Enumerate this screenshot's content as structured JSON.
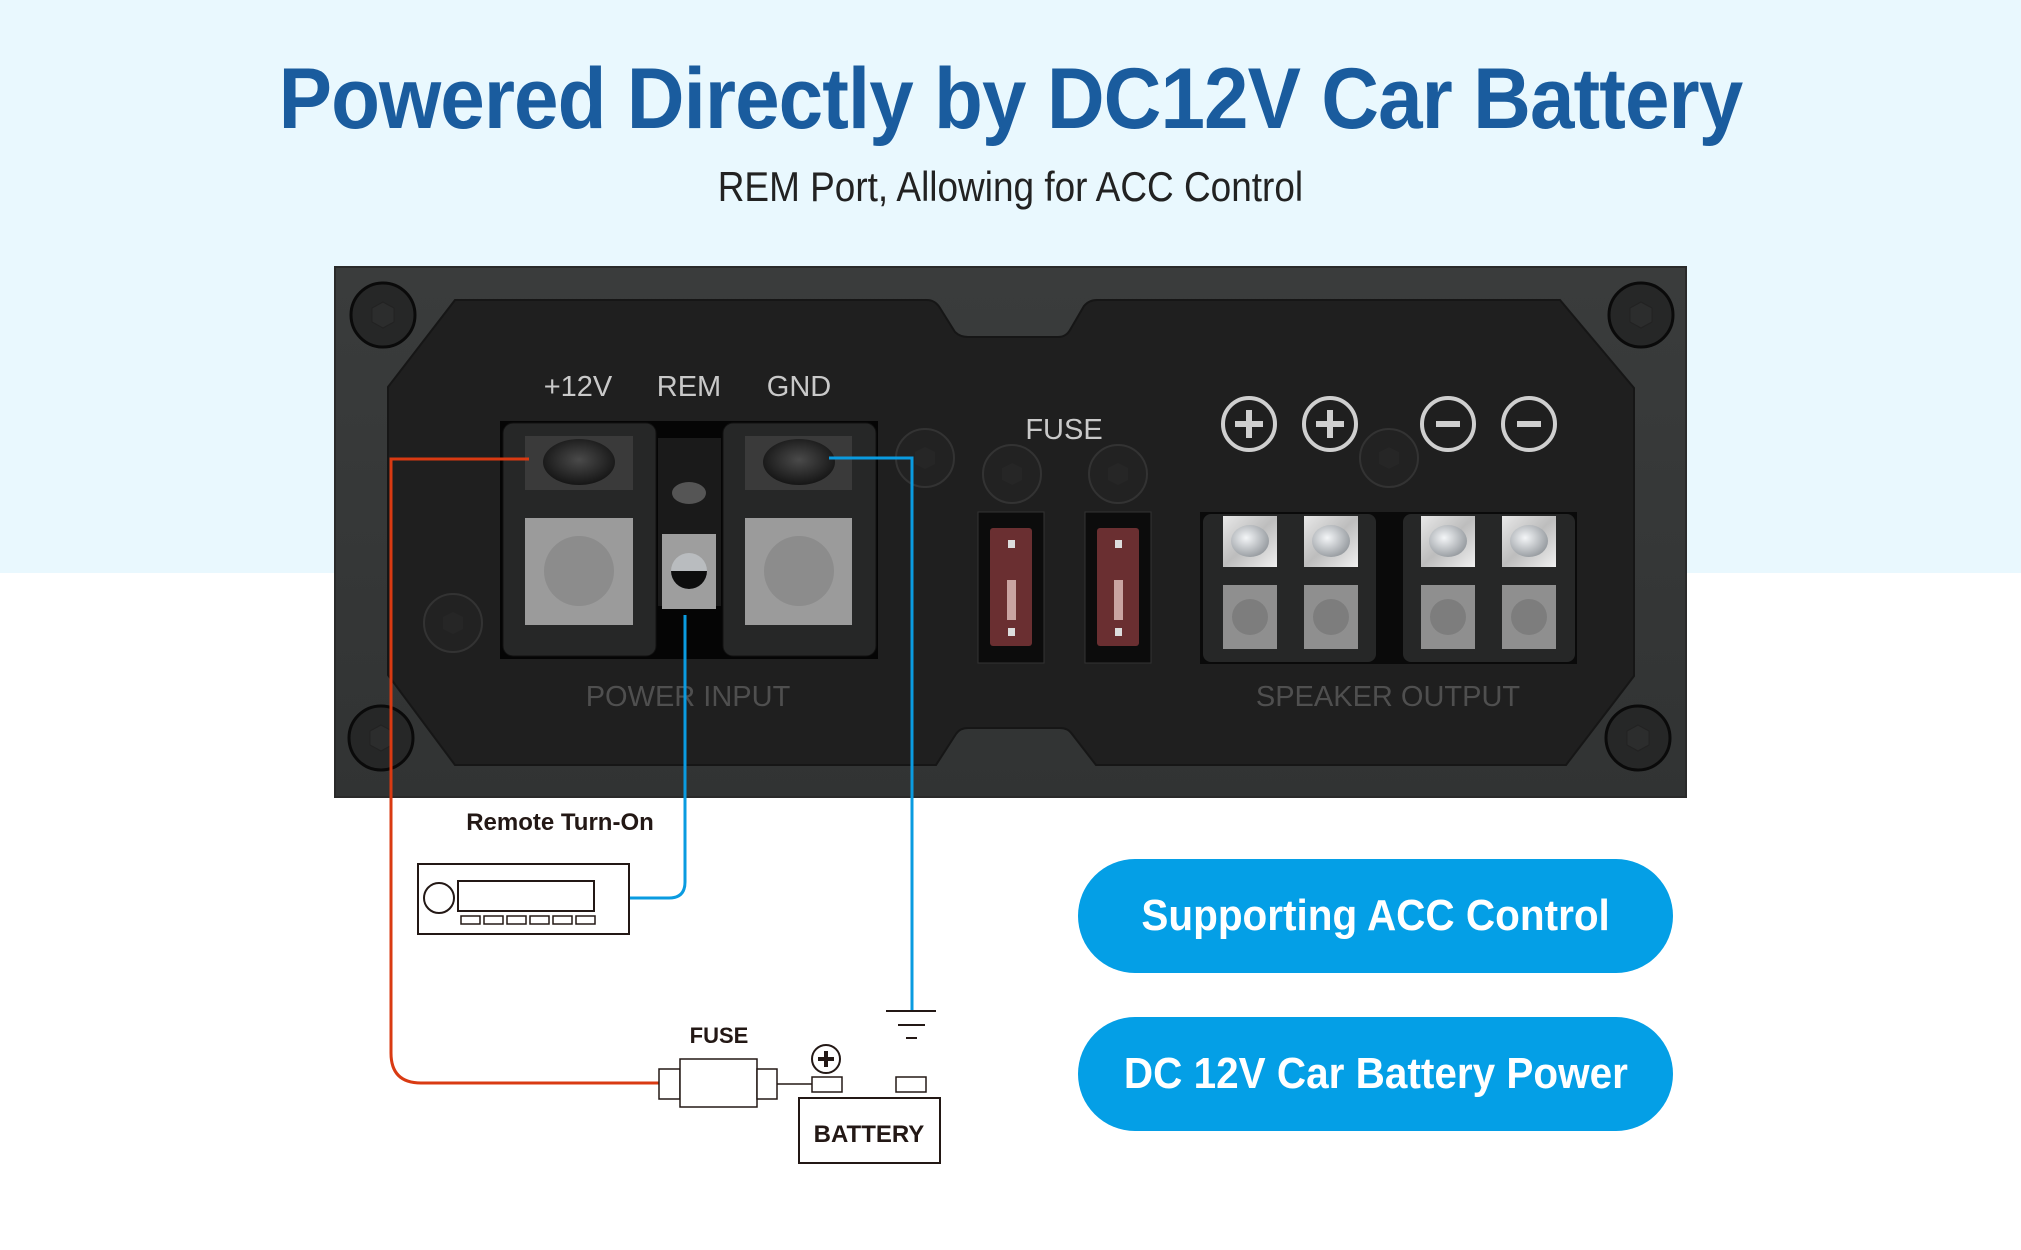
{
  "header": {
    "title": "Powered Directly by DC12V Car Battery",
    "subtitle": "REM Port, Allowing for ACC Control"
  },
  "panel": {
    "power_terminal_labels": [
      "+12V",
      "REM",
      "GND"
    ],
    "power_section_label": "POWER INPUT",
    "fuse_label": "FUSE",
    "speaker_polarity_icons": [
      "plus-icon",
      "plus-icon",
      "minus-icon",
      "minus-icon"
    ],
    "speaker_section_label": "SPEAKER OUTPUT"
  },
  "wiring": {
    "remote_label": "Remote Turn-On",
    "fuse_label": "FUSE",
    "battery_label": "BATTERY",
    "battery_positive_symbol": "+",
    "wire_colors": {
      "power": "#d93a12",
      "signal": "#0a9be0"
    }
  },
  "features": [
    {
      "label": "Supporting ACC Control"
    },
    {
      "label": "DC 12V Car Battery Power"
    }
  ],
  "colors": {
    "title": "#1a5c9e",
    "band": "#e9f8fe",
    "pill": "#049fe6",
    "panel_frame": "#363838",
    "panel_plate": "#1f1f1f"
  }
}
